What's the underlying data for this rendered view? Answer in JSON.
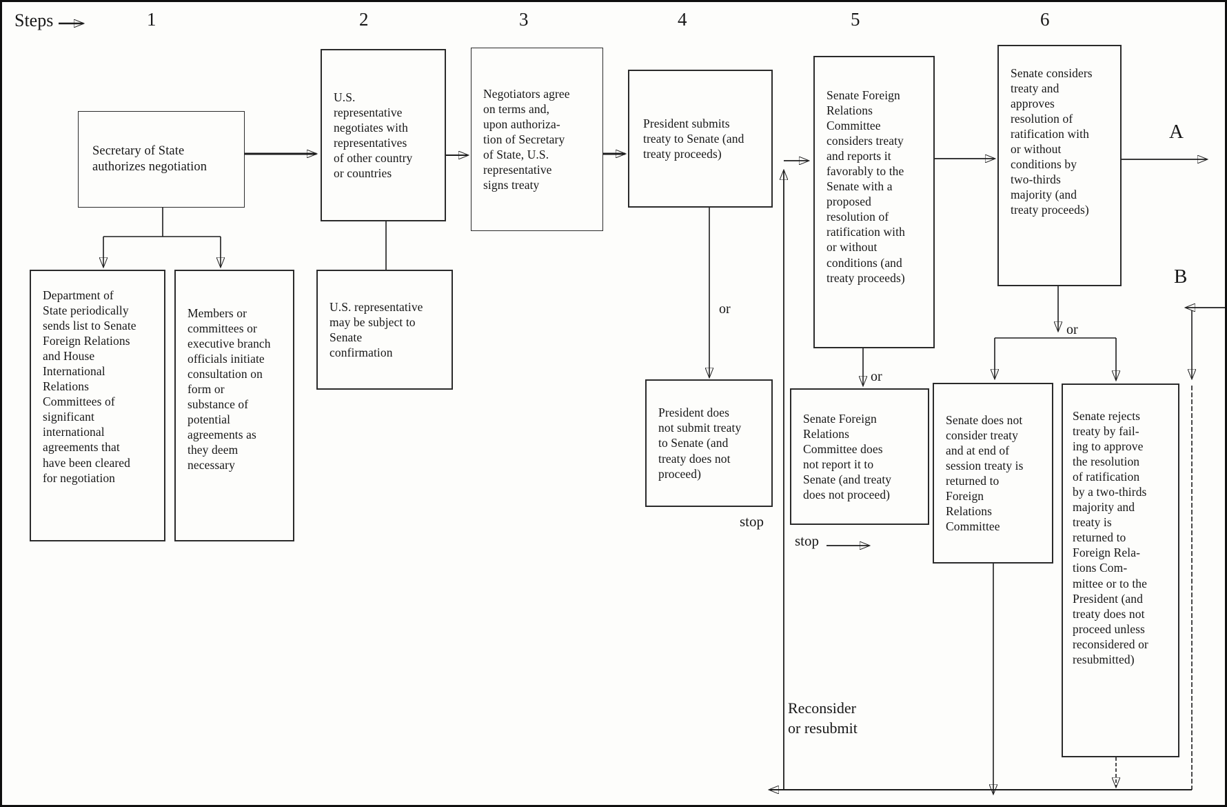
{
  "figure": {
    "header": {
      "steps_label": "Steps",
      "columns": [
        "1",
        "2",
        "3",
        "4",
        "5",
        "6"
      ]
    },
    "boxes": {
      "secretary": "Secretary of State\nauthorizes negotiation",
      "dept_state": "Department of\nState periodically\nsends list to Senate\nForeign Relations\nand House\nInternational\nRelations\nCommittees of\nsignificant\ninternational\nagreements that\nhave been cleared\nfor negotiation",
      "members": "Members or\ncommittees or\nexecutive branch\nofficials initiate\nconsultation on\nform or\nsubstance of\npotential\nagreements as\nthey deem\nnecessary",
      "us_rep_negotiates": "U.S.\nrepresentative\nnegotiates with\nrepresentatives\nof other country\nor countries",
      "us_rep_confirmation": "U.S. representative\nmay be subject to\nSenate\nconfirmation",
      "negotiators_agree": "Negotiators agree\non terms and,\nupon authoriza-\ntion of Secretary\nof State, U.S.\nrepresentative\nsigns treaty",
      "president_submits": "President submits\ntreaty to Senate (and\ntreaty proceeds)",
      "president_not_submit": "President does\nnot submit treaty\nto Senate (and\ntreaty does not\nproceed)",
      "sfrc_considers": "Senate Foreign\nRelations\nCommittee\nconsiders treaty\nand reports it\nfavorably to the\nSenate with a\nproposed\nresolution of\nratification with\nor without\nconditions (and\ntreaty proceeds)",
      "sfrc_not_report": "Senate Foreign\nRelations\nCommittee does\nnot report it to\nSenate (and treaty\ndoes not proceed)",
      "senate_approves": "Senate considers\ntreaty and\napproves\nresolution of\nratification with\nor without\nconditions by\ntwo-thirds\nmajority (and\ntreaty proceeds)",
      "senate_not_consider": "Senate does not\nconsider treaty\nand at end of\nsession treaty is\nreturned to\nForeign\nRelations\nCommittee",
      "senate_rejects": "Senate rejects\ntreaty by fail-\ning to approve\nthe resolution\nof ratification\nby a two-thirds\nmajority and\ntreaty is\nreturned to\nForeign Rela-\ntions Com-\nmittee or to the\nPresident (and\ntreaty does not\nproceed unless\nreconsidered or\nresubmitted)"
    },
    "labels": {
      "or": "or",
      "stop": "stop",
      "connector_a": "A",
      "connector_b": "B",
      "reconsider": "Reconsider\nor resubmit"
    }
  }
}
